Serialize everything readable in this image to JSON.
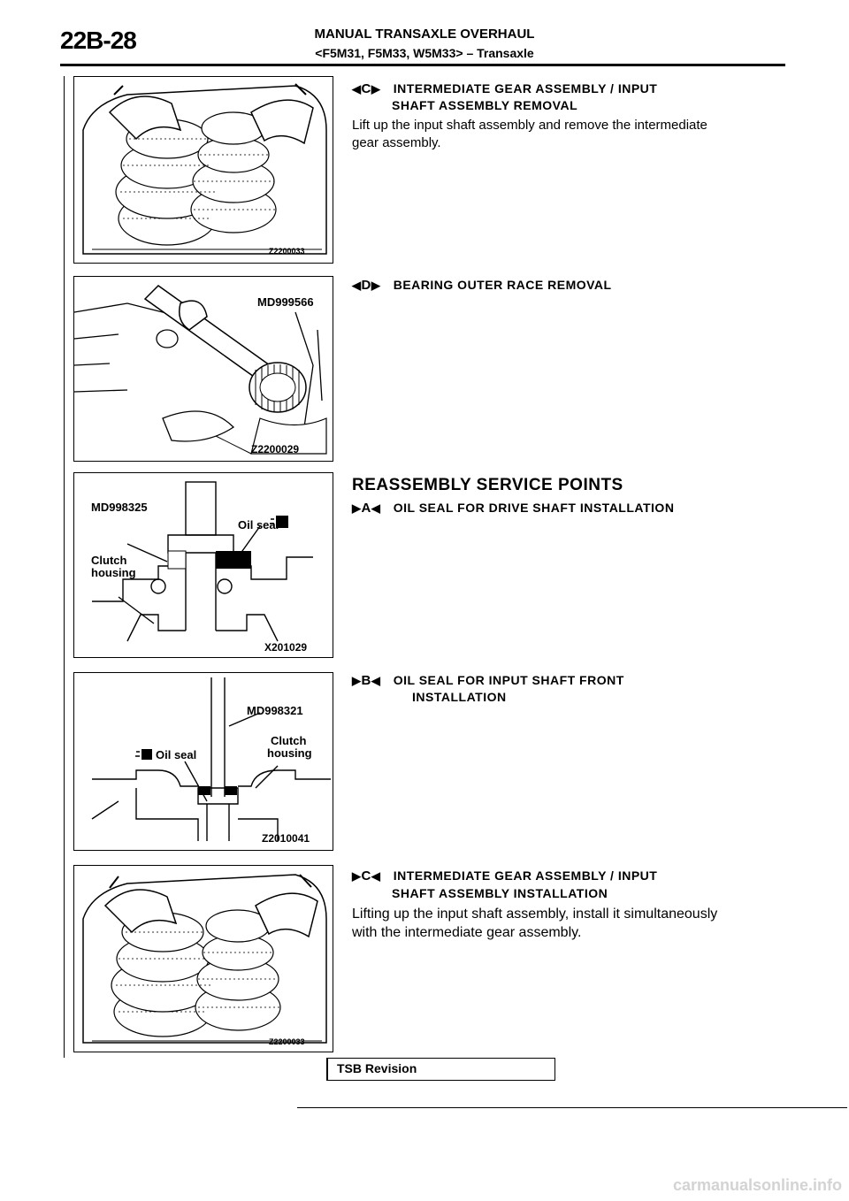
{
  "header": {
    "page_number": "22B-28",
    "title": "MANUAL TRANSAXLE OVERHAUL",
    "subtitle": "<F5M31, F5M33, W5M33> – Transaxle"
  },
  "figures": [
    {
      "code": "Z2200033",
      "labels": []
    },
    {
      "code": "Z2200029",
      "labels": [
        "MD999566"
      ]
    },
    {
      "code": "X201029",
      "labels": [
        "MD998325",
        "Oil seal",
        "Clutch",
        "housing"
      ]
    },
    {
      "code": "Z2010041",
      "labels": [
        "MD998321",
        "Clutch",
        "housing",
        "Oil seal"
      ]
    },
    {
      "code": "Z2200033",
      "labels": []
    }
  ],
  "sections": {
    "c_removal": {
      "letter": "C",
      "heading_line1": "INTERMEDIATE GEAR ASSEMBLY / INPUT",
      "heading_line2": "SHAFT ASSEMBLY REMOVAL",
      "body_line1": "Lift up the input shaft assembly and remove the intermediate",
      "body_line2": "gear assembly."
    },
    "d_removal": {
      "letter": "D",
      "heading": "BEARING OUTER RACE REMOVAL"
    },
    "reassembly_title": "REASSEMBLY SERVICE POINTS",
    "a_install": {
      "letter": "A",
      "heading": "OIL SEAL FOR DRIVE SHAFT INSTALLATION"
    },
    "b_install": {
      "letter": "B",
      "heading_line1": "OIL SEAL FOR INPUT SHAFT FRONT",
      "heading_line2": "INSTALLATION"
    },
    "c_install": {
      "letter": "C",
      "heading_line1": "INTERMEDIATE GEAR ASSEMBLY / INPUT",
      "heading_line2": "SHAFT ASSEMBLY INSTALLATION",
      "body_line1": "Lifting up the input shaft assembly, install it simultaneously",
      "body_line2": "with the intermediate gear assembly."
    }
  },
  "footer": {
    "tsb": "TSB Revision",
    "watermark": "carmanualsonline.info"
  }
}
